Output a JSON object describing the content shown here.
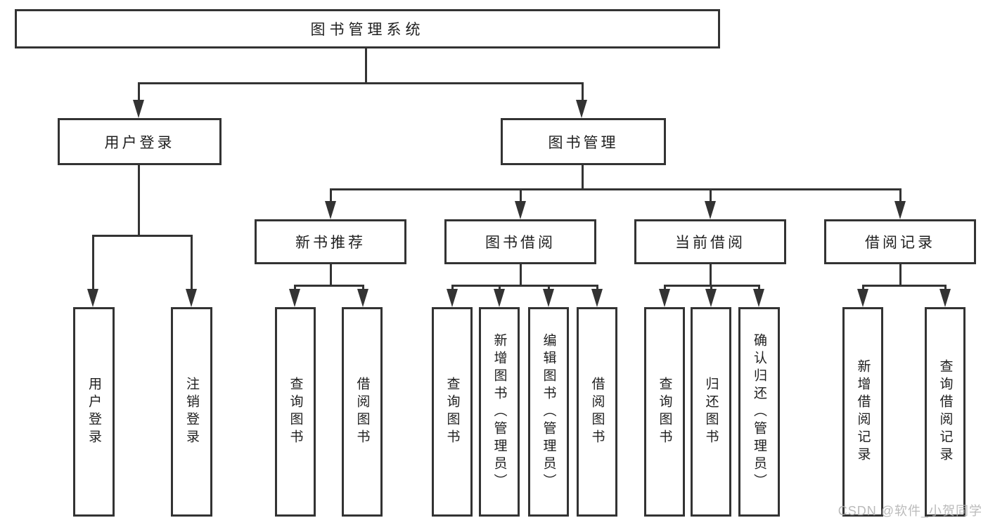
{
  "tree": {
    "label": "图书管理系统",
    "children": [
      {
        "label": "用户登录",
        "children": [
          {
            "label": "用户登录"
          },
          {
            "label": "注销登录"
          }
        ]
      },
      {
        "label": "图书管理",
        "children": [
          {
            "label": "新书推荐",
            "children": [
              {
                "label": "查询图书"
              },
              {
                "label": "借阅图书"
              }
            ]
          },
          {
            "label": "图书借阅",
            "children": [
              {
                "label": "查询图书"
              },
              {
                "label": "新增图书（管理员）"
              },
              {
                "label": "编辑图书（管理员）"
              },
              {
                "label": "借阅图书"
              }
            ]
          },
          {
            "label": "当前借阅",
            "children": [
              {
                "label": "查询图书"
              },
              {
                "label": "归还图书"
              },
              {
                "label": "确认归还（管理员）"
              }
            ]
          },
          {
            "label": "借阅记录",
            "children": [
              {
                "label": "新增借阅记录"
              },
              {
                "label": "查询借阅记录"
              }
            ]
          }
        ]
      }
    ]
  },
  "watermark": {
    "text": "CSDN @软件_小贺同学"
  },
  "colors": {
    "line": "#333333",
    "box_border": "#333333",
    "box_fill": "#ffffff",
    "text": "#1f1f1f",
    "watermark": "#b3b3b3",
    "background": "#ffffff"
  }
}
